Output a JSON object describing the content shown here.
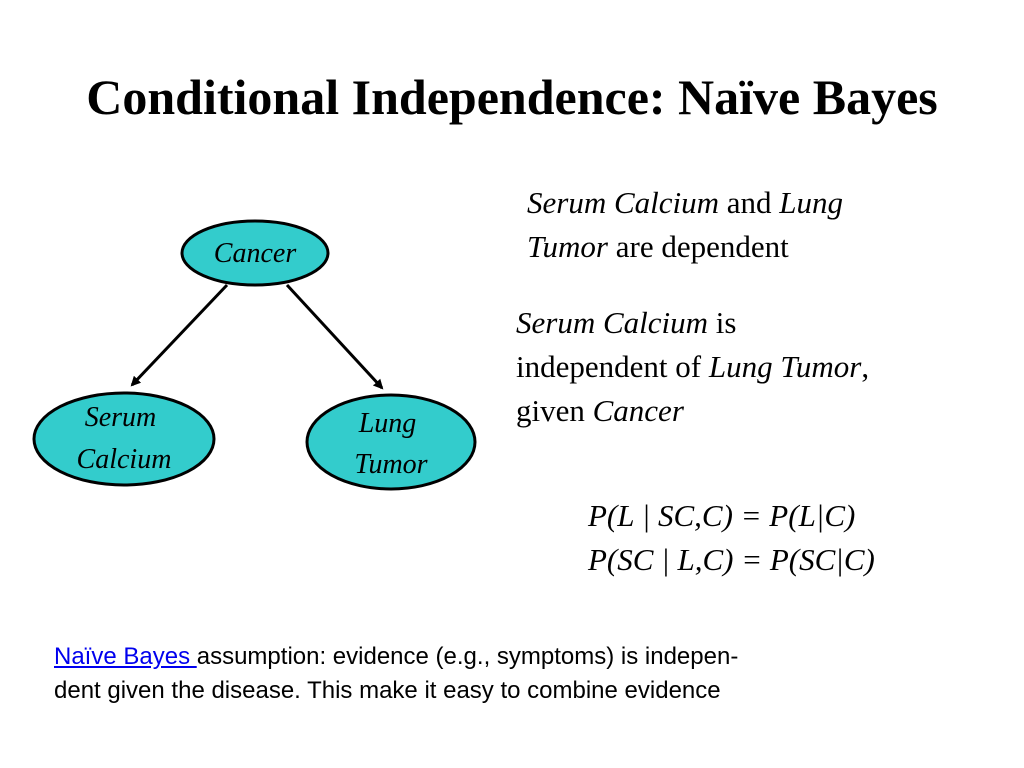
{
  "title": "Conditional Independence: Naïve Bayes",
  "diagram": {
    "nodes": {
      "cancer": [
        "Cancer"
      ],
      "serum_calcium": [
        "Serum",
        "Calcium"
      ],
      "lung_tumor": [
        "Lung",
        "Tumor"
      ]
    },
    "node_fill": "#33cccc",
    "node_stroke": "#000000"
  },
  "statements": {
    "dependent": {
      "sc": "Serum Calcium",
      "and": " and ",
      "lung": "Lung",
      "tumor": "Tumor",
      "tail": " are dependent"
    },
    "independent": {
      "sc": "Serum Calcium",
      "is": " is",
      "indep_of": "independent of ",
      "lt": "Lung Tumor",
      "comma": ",",
      "given": "given ",
      "cancer": "Cancer"
    }
  },
  "formulas": [
    "P(L | SC,C) = P(L|C)",
    "P(SC | L,C) = P(SC|C)"
  ],
  "footer": {
    "link_text": "Naïve Bayes ",
    "line1_rest": "assumption: evidence (e.g., symptoms) is indepen-",
    "line2": "dent given the disease.  This make it easy to combine evidence",
    "link_color": "#0000ee"
  }
}
